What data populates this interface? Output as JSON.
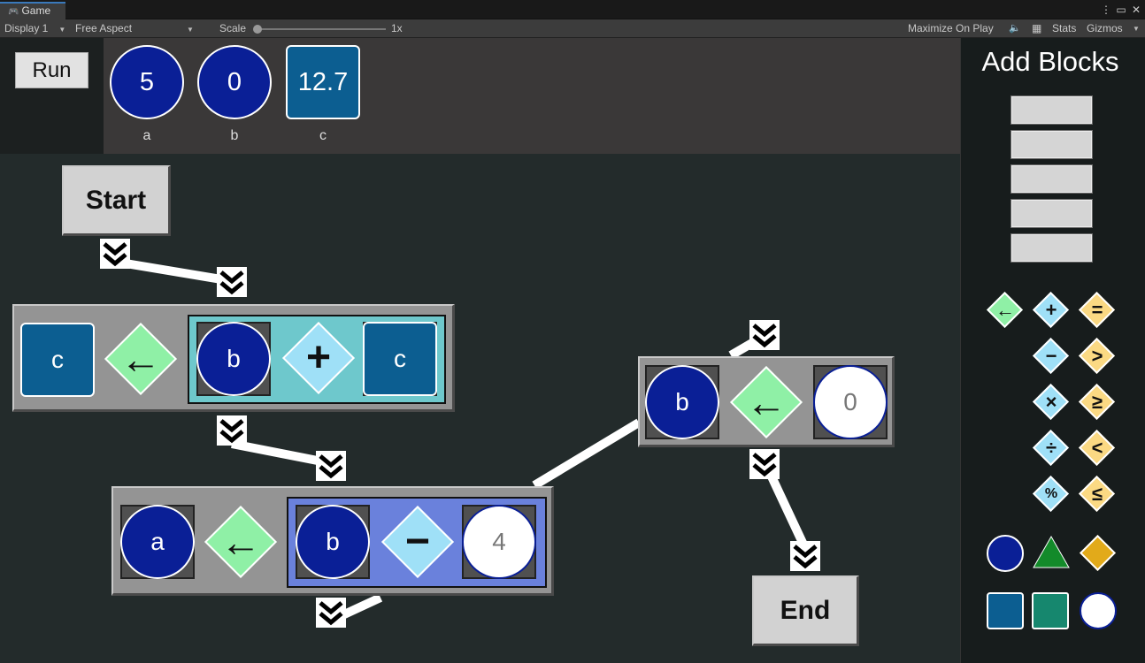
{
  "window": {
    "tab_label": "Game",
    "icons": [
      "more-icon",
      "maximize-icon",
      "close-icon"
    ]
  },
  "toolbar": {
    "display": "Display 1",
    "aspect": "Free Aspect",
    "scale_label": "Scale",
    "scale_value": "1x",
    "maximize_on_play": "Maximize On Play",
    "stats": "Stats",
    "gizmos": "Gizmos"
  },
  "run_label": "Run",
  "variables": [
    {
      "name": "a",
      "value": "5",
      "shape": "circle"
    },
    {
      "name": "b",
      "value": "0",
      "shape": "circle"
    },
    {
      "name": "c",
      "value": "12.7",
      "shape": "square"
    }
  ],
  "flow": {
    "start_label": "Start",
    "end_label": "End",
    "block1": {
      "target": "c",
      "op": "←",
      "left": "b",
      "operator": "+",
      "right": "c"
    },
    "block2": {
      "target": "a",
      "op": "←",
      "left": "b",
      "operator": "−",
      "right": "4"
    },
    "block3": {
      "target": "b",
      "op": "←",
      "value": "0"
    }
  },
  "palette": {
    "title": "Add Blocks",
    "block_buttons": 5,
    "operators": [
      {
        "symbol": "←",
        "kind": "assign"
      },
      {
        "symbol": "+",
        "kind": "math"
      },
      {
        "symbol": "=",
        "kind": "compare"
      },
      {
        "symbol": "−",
        "kind": "math"
      },
      {
        "symbol": ">",
        "kind": "compare"
      },
      {
        "symbol": "×",
        "kind": "math"
      },
      {
        "symbol": "≥",
        "kind": "compare"
      },
      {
        "symbol": "÷",
        "kind": "math"
      },
      {
        "symbol": "<",
        "kind": "compare"
      },
      {
        "symbol": "%",
        "kind": "math"
      },
      {
        "symbol": "≤",
        "kind": "compare"
      }
    ],
    "shapes": [
      "circle",
      "triangle",
      "diamond",
      "square-blue",
      "square-green",
      "circle-white"
    ]
  },
  "colors": {
    "var_circle": "#0a1f96",
    "var_square": "#0c5e91",
    "assign": "#8ff0a6",
    "math": "#9fe0f7",
    "compare": "#fbd983",
    "expr_plus_bg": "#6ec8cc",
    "expr_minus_bg": "#6a81dc",
    "shape_triangle": "#138a2a",
    "shape_diamond": "#e2aa1a",
    "shape_green_square": "#16876e"
  }
}
